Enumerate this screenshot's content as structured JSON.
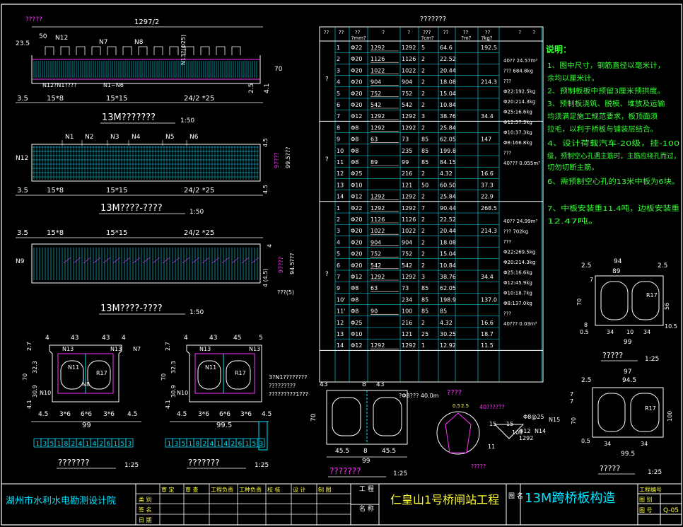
{
  "drawing": {
    "views": {
      "side": {
        "title": "13M???????",
        "scale": "1:50",
        "top_dim": "1297/2",
        "rebar_labels": [
          "N12",
          "N7",
          "N8"
        ],
        "note": "N13?(Φ25)",
        "dims_left": [
          "23.5",
          "50"
        ],
        "dims_bottom": [
          "3.5",
          "15*8",
          "15*15",
          "24/2 *25"
        ],
        "side_marks": [
          "70",
          "2.5",
          "4.1"
        ],
        "pointer_label": "N12?N1????",
        "pointer_label2": "N1~N6",
        "top_left": "?????"
      },
      "plan": {
        "title": "13M????-????",
        "scale": "1:50",
        "rebar_labels": [
          "N1",
          "N2",
          "N3",
          "N4",
          "N5",
          "N6"
        ],
        "left_label": "N12",
        "dims_bottom": [
          "3.5",
          "15*8",
          "15*15",
          "24/2 *25"
        ],
        "right_dims": [
          "4.5",
          "97???",
          "99.5???",
          "4.5"
        ]
      },
      "bottom": {
        "title": "13M????-????",
        "scale": "1:50",
        "left_label": "N9",
        "dims_top": [
          "3.5",
          "15*8",
          "15*15",
          "24/2 *25"
        ],
        "right_dims": [
          "4",
          "97???",
          "94.5???",
          "4 (4.5)",
          "???(5)"
        ]
      }
    },
    "sections": {
      "middle": {
        "title": "???????",
        "scale": "1:25",
        "top_dims": [
          "4",
          "43",
          "43",
          "4"
        ],
        "side_dims": [
          "2.7",
          "70",
          "32.3",
          "30.9",
          "4.1"
        ],
        "bottom_dims": [
          "4.5",
          "3*6",
          "6*6",
          "3*6",
          "4.5"
        ],
        "total": "99",
        "labels": [
          "N13",
          "N13",
          "N7",
          "N11",
          "R17",
          "N10",
          "N8"
        ],
        "rebar_row": [
          "1",
          "3",
          "5",
          "1",
          "8",
          "2",
          "4",
          "1",
          "4",
          "2",
          "6",
          "1",
          "5",
          "3"
        ]
      },
      "edge": {
        "title": "???????",
        "scale": "1:25",
        "top_dims": [
          "4",
          "43",
          "45",
          "5"
        ],
        "side_dims": [
          "2.7",
          "70",
          "32.3",
          "30.9",
          "4.1"
        ],
        "bottom_dims": [
          "4.5",
          "3*6",
          "6*6",
          "3*6",
          "4.5"
        ],
        "total": "99.5",
        "labels": [
          "N13",
          "N13",
          "N11",
          "R17",
          "N10"
        ],
        "rebar_row": [
          "1",
          "3",
          "5",
          "1",
          "8",
          "2",
          "4",
          "1",
          "4",
          "2",
          "6",
          "1",
          "5",
          "3"
        ],
        "note": [
          "3?N1????????",
          "?????????",
          "?????????1???"
        ]
      },
      "joint": {
        "title": "???????",
        "scale": "1:25",
        "dims": [
          "43",
          "8",
          "43",
          "45.5",
          "8",
          "45.5",
          "99",
          "70"
        ],
        "note": "?Φ8??? 40.0m"
      },
      "detail": {
        "title": "????",
        "labels": [
          "0.5",
          "2.5",
          "40??????",
          "Φ8@25",
          "N15",
          "15",
          "15",
          "100",
          "Φ12",
          "N14",
          "1292",
          "11",
          "?????"
        ]
      },
      "right_mid": {
        "title": "?????",
        "scale": "1:25",
        "dims": [
          "2.5",
          "94",
          "2.5",
          "89",
          "70",
          "7",
          "56",
          "10.5",
          "8",
          "0.5",
          "34",
          "10",
          "34",
          "99"
        ],
        "label": "R17"
      },
      "right_edge": {
        "title": "?????",
        "scale": "1:25",
        "dims": [
          "97",
          "2.5",
          "94.5",
          "7",
          "7",
          "70",
          "100",
          "0.5",
          "34",
          "34",
          "99.5"
        ],
        "label": "R17"
      }
    },
    "table": {
      "title": "???????",
      "headers": [
        "??",
        "??",
        "??\n?mm?",
        "?",
        "?",
        "???\n?cm?",
        "??",
        "??\n?m?",
        "??\n?kg?",
        "?",
        "?"
      ],
      "groups": [
        {
          "name": "?",
          "rows": [
            [
              "1",
              "Φ22",
              "1292",
              "1292",
              "5",
              "64.6",
              "192.5"
            ],
            [
              "2",
              "Φ20",
              "1126",
              "1126",
              "2",
              "22.52",
              ""
            ],
            [
              "3",
              "Φ20",
              "1022",
              "1022",
              "2",
              "20.44",
              ""
            ],
            [
              "4",
              "Φ20",
              "904",
              "904",
              "2",
              "18.08",
              "214.3"
            ],
            [
              "5",
              "Φ20",
              "752",
              "752",
              "2",
              "15.04",
              ""
            ],
            [
              "6",
              "Φ20",
              "542",
              "542",
              "2",
              "10.84",
              ""
            ],
            [
              "7",
              "Φ12",
              "1292",
              "1292",
              "3",
              "38.76",
              "34.4"
            ]
          ],
          "summary": [
            "40?? 24.57m³",
            "??? 684.8kg",
            "???",
            "Φ22:192.5kg",
            "Φ20:214.3kg",
            "Φ25:16.6kg",
            "Φ12:57.3kg",
            "Φ10:37.3kg",
            "Φ8:166.8kg",
            "???",
            "40??? 0.055m³"
          ]
        },
        {
          "name": "?",
          "rows": [
            [
              "8",
              "Φ8",
              "1292",
              "1292",
              "2",
              "25.84",
              ""
            ],
            [
              "9",
              "Φ8",
              "63",
              "73",
              "85",
              "62.05",
              "147"
            ],
            [
              "10",
              "Φ8",
              "",
              "235",
              "85",
              "199.8",
              ""
            ],
            [
              "11",
              "Φ8",
              "89",
              "99",
              "85",
              "84.15",
              ""
            ],
            [
              "12",
              "Φ25",
              "",
              "216",
              "2",
              "4.32",
              "16.6"
            ],
            [
              "13",
              "Φ10",
              "",
              "121",
              "50",
              "60.50",
              "37.3"
            ],
            [
              "14",
              "Φ12",
              "1292",
              "1292",
              "2",
              "25.84",
              "22.9"
            ]
          ]
        },
        {
          "name": "?",
          "rows": [
            [
              "1",
              "Φ22",
              "1292",
              "1292",
              "7",
              "90.44",
              "268.5"
            ],
            [
              "2",
              "Φ20",
              "1126",
              "1126",
              "2",
              "22.52",
              ""
            ],
            [
              "3",
              "Φ20",
              "1022",
              "1022",
              "2",
              "20.44",
              "214.3"
            ],
            [
              "4",
              "Φ20",
              "904",
              "904",
              "2",
              "18.08",
              ""
            ],
            [
              "5",
              "Φ20",
              "752",
              "752",
              "2",
              "15.04",
              ""
            ],
            [
              "6",
              "Φ20",
              "542",
              "542",
              "2",
              "10.84",
              ""
            ],
            [
              "7",
              "Φ12",
              "1292",
              "1292",
              "3",
              "38.76",
              "34.4"
            ],
            [
              "9",
              "Φ8",
              "63",
              "73",
              "85",
              "62.05",
              ""
            ],
            [
              "10'",
              "Φ8",
              "",
              "234",
              "85",
              "198.9",
              "137.0"
            ],
            [
              "11'",
              "Φ8",
              "90",
              "100",
              "85",
              "85",
              ""
            ],
            [
              "12",
              "Φ25",
              "",
              "216",
              "2",
              "4.32",
              "16.6"
            ],
            [
              "13",
              "Φ10",
              "",
              "121",
              "25",
              "30.25",
              "18.7"
            ],
            [
              "14",
              "Φ12",
              "1292",
              "1292",
              "1",
              "12.92",
              "11.5"
            ]
          ],
          "summary": [
            "40?? 24.99m³",
            "??? 702kg",
            "???",
            "Φ22:269.5kg",
            "Φ20:214.3kg",
            "Φ25:16.6kg",
            "Φ12:45.9kg",
            "Φ10:18.7kg",
            "Φ8:137.0kg",
            "???",
            "40??? 0.03m³"
          ]
        }
      ]
    },
    "notes": {
      "title": "说明：",
      "items": [
        "1、图中尺寸，钢筋直径以毫米计，",
        "余均以厘米计。",
        "2、预制板板中预留3厘米预拱度。",
        "3、预制板浇筑、脱模、堆放及运输",
        "均须满足施工规范要求，板顶面须",
        "拉毛，以利于桥板与铺装层结合。",
        "4、设计荷载汽车-20级，挂-100",
        "级，预制空心孔遇主筋时，主筋应绕孔而过，",
        "切勿切断主筋。",
        "6、需预制空心孔的13米中板为6块。",
        "7、中板安装重11.4吨，边板安装重",
        "12.47吨。"
      ]
    },
    "title_block": {
      "institute": "湖州市水利水电勘测设计院",
      "row_labels": [
        "类 别",
        "签 名",
        "日 期"
      ],
      "col_labels": [
        "审 定",
        "审 查",
        "工程负责",
        "工种负责",
        "校 核",
        "设 计",
        "制 图"
      ],
      "project_label": "工 程",
      "name_label": "名 称",
      "project_name": "仁皇山1号桥闸站工程",
      "drawing_label": "图 名",
      "drawing_name": "13M跨桥板构造",
      "code_labels": [
        "工程编号",
        "图 别",
        "图 号"
      ],
      "drawing_no": "Q-05"
    }
  }
}
